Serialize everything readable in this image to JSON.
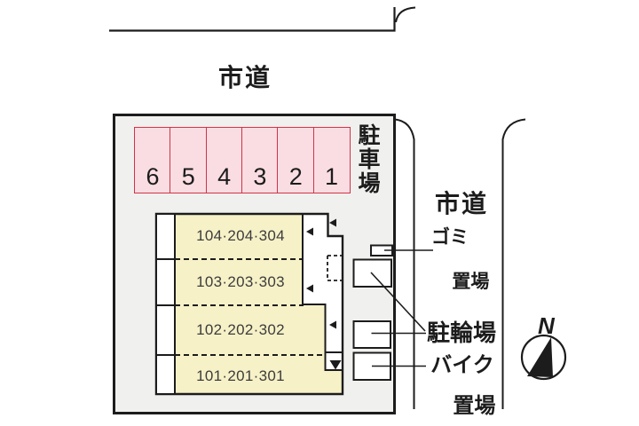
{
  "colors": {
    "stall-border": "#cf3447",
    "stall-fill": "#fadde3",
    "building-fill": "#f6f1c7",
    "plot-fill": "#f0f0ee",
    "line": "#1c1c1c"
  },
  "roads": {
    "top_label": "市道",
    "right_label": "市道"
  },
  "parking": {
    "area_label": "駐車場",
    "stalls": [
      "6",
      "5",
      "4",
      "3",
      "2",
      "1"
    ]
  },
  "building": {
    "units": [
      {
        "label": "104·204·304"
      },
      {
        "label": "103·203·303"
      },
      {
        "label": "102·202·302"
      },
      {
        "label": "101·201·301"
      }
    ]
  },
  "facilities": {
    "garbage": {
      "line1": "ゴミ",
      "line2": "置場"
    },
    "bicycle": {
      "label": "駐輪場"
    },
    "motorcycle": {
      "line1": "バイク",
      "line2": "置場"
    }
  },
  "compass": {
    "label": "N"
  }
}
